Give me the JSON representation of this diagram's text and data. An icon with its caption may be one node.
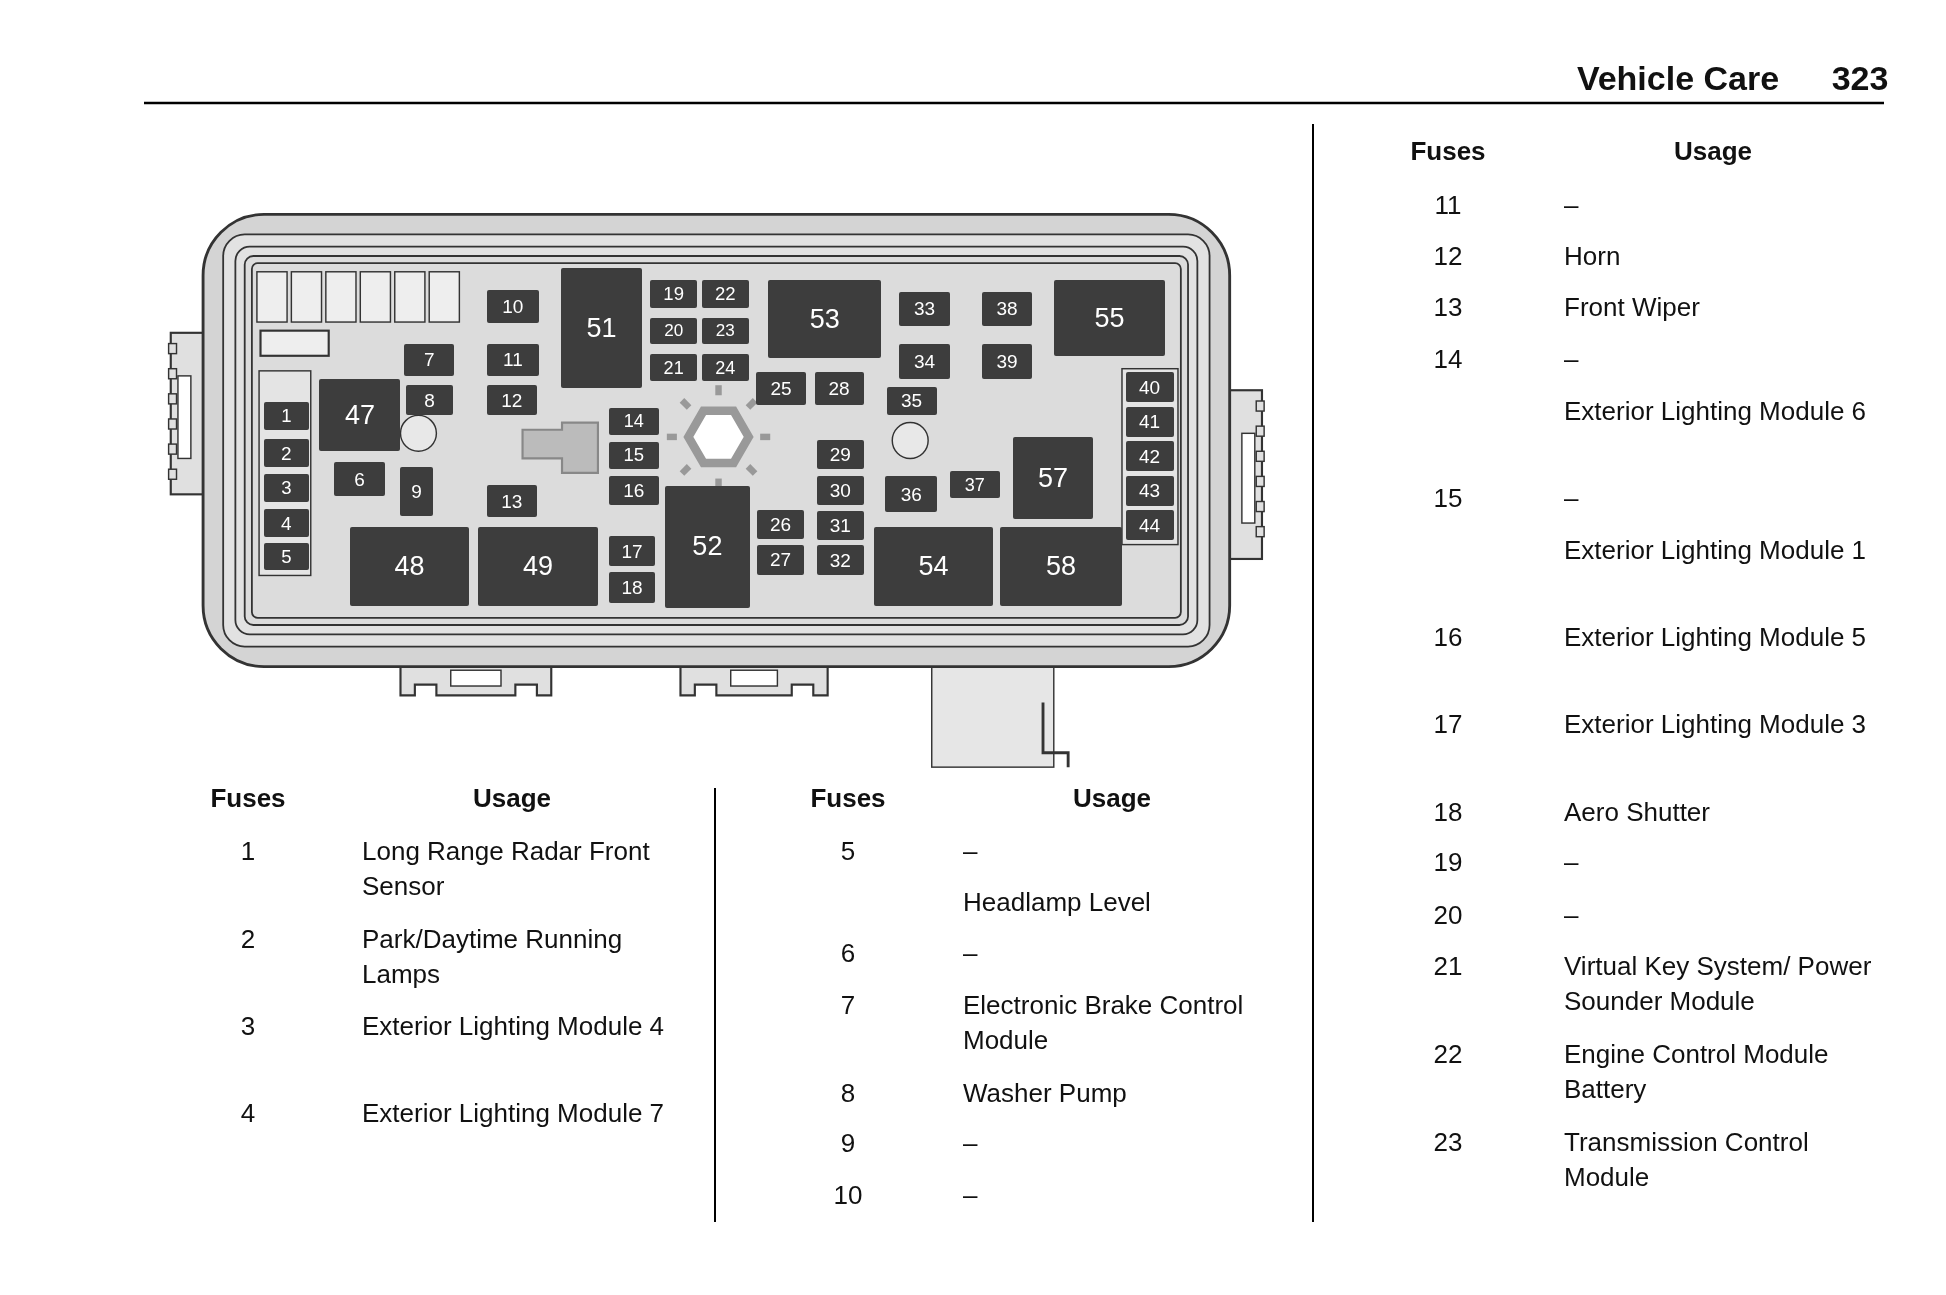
{
  "diagram": {
    "nodes": [
      {
        "text": [
          "1"
        ]
      },
      {
        "text": [
          "2"
        ]
      },
      {
        "text": [
          "3"
        ]
      },
      {
        "text": [
          "4"
        ]
      },
      {
        "text": [
          "5"
        ]
      },
      {
        "text": [
          "6"
        ]
      },
      {
        "text": [
          "7"
        ]
      },
      {
        "text": [
          "8"
        ]
      },
      {
        "text": [
          "9"
        ]
      },
      {
        "text": [
          "10"
        ]
      },
      {
        "text": [
          "11"
        ]
      },
      {
        "text": [
          "12"
        ]
      },
      {
        "text": [
          "13"
        ]
      },
      {
        "text": [
          "14"
        ]
      },
      {
        "text": [
          "15"
        ]
      },
      {
        "text": [
          "16"
        ]
      },
      {
        "text": [
          "17"
        ]
      },
      {
        "text": [
          "18"
        ]
      },
      {
        "text": [
          "19"
        ]
      },
      {
        "text": [
          "20"
        ]
      },
      {
        "text": [
          "21"
        ]
      },
      {
        "text": [
          "22"
        ]
      },
      {
        "text": [
          "23"
        ]
      },
      {
        "text": [
          "24"
        ]
      },
      {
        "text": [
          "25"
        ]
      },
      {
        "text": [
          "26"
        ]
      },
      {
        "text": [
          "27"
        ]
      },
      {
        "text": [
          "28"
        ]
      },
      {
        "text": [
          "29"
        ]
      },
      {
        "text": [
          "30"
        ]
      },
      {
        "text": [
          "31"
        ]
      },
      {
        "text": [
          "32"
        ]
      },
      {
        "text": [
          "33"
        ]
      },
      {
        "text": [
          "34"
        ]
      },
      {
        "text": [
          "35"
        ]
      },
      {
        "text": [
          "36"
        ]
      },
      {
        "text": [
          "37"
        ]
      },
      {
        "text": [
          "38"
        ]
      },
      {
        "text": [
          "39"
        ]
      },
      {
        "text": [
          "40"
        ]
      },
      {
        "text": [
          "41"
        ]
      },
      {
        "text": [
          "42"
        ]
      },
      {
        "text": [
          "43"
        ]
      },
      {
        "text": [
          "44"
        ]
      },
      {
        "text": [
          "47"
        ]
      },
      {
        "text": [
          "48"
        ]
      },
      {
        "text": [
          "49"
        ]
      },
      {
        "text": [
          "51"
        ]
      },
      {
        "text": [
          "52"
        ]
      },
      {
        "text": [
          "53"
        ]
      },
      {
        "text": [
          "54"
        ]
      },
      {
        "text": [
          "55"
        ]
      },
      {
        "text": [
          "57"
        ]
      },
      {
        "text": [
          "58"
        ]
      }
    ],
    "labels": [
      "Vehicle Care",
      "323",
      "Fuses",
      "Usage",
      "1",
      "Long Range Radar Front Sensor",
      "2",
      "Park/Daytime Running Lamps",
      "3",
      "Exterior Lighting Module 4",
      "4",
      "Exterior Lighting Module 7",
      "Fuses",
      "Usage",
      "5",
      "–",
      "Headlamp Level",
      "6",
      "–",
      "7",
      "Electronic Brake Control Module",
      "8",
      "Washer Pump",
      "9",
      "–",
      "10",
      "–",
      "Fuses",
      "Usage",
      "11",
      "–",
      "12",
      "Horn",
      "13",
      "Front Wiper",
      "14",
      "–",
      "Exterior Lighting Module 6",
      "15",
      "–",
      "Exterior Lighting Module 1",
      "16",
      "Exterior Lighting Module 5",
      "17",
      "Exterior Lighting Module 3",
      "18",
      "Aero Shutter",
      "19",
      "–",
      "20",
      "–",
      "21",
      "Virtual Key System/ Power Sounder Module",
      "22",
      "Engine Control Module Battery",
      "23",
      "Transmission Control Module"
    ]
  }
}
